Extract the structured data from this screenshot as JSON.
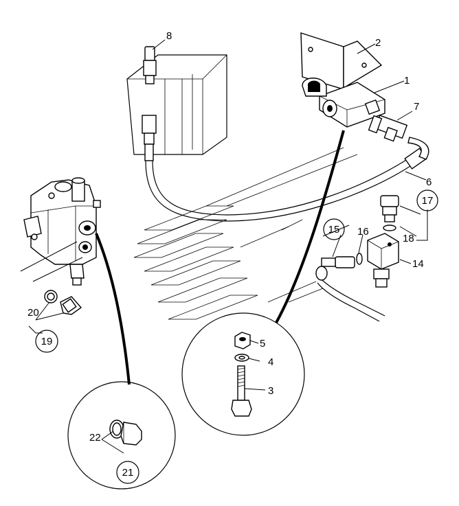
{
  "labels": {
    "l1": "1",
    "l2": "2",
    "l3": "3",
    "l4": "4",
    "l5": "5",
    "l6": "6",
    "l7": "7",
    "l8": "8",
    "l14": "14",
    "l15": "15",
    "l16": "16",
    "l17": "17",
    "l18": "18",
    "l19": "19",
    "l20": "20",
    "l21": "21",
    "l22": "22"
  }
}
